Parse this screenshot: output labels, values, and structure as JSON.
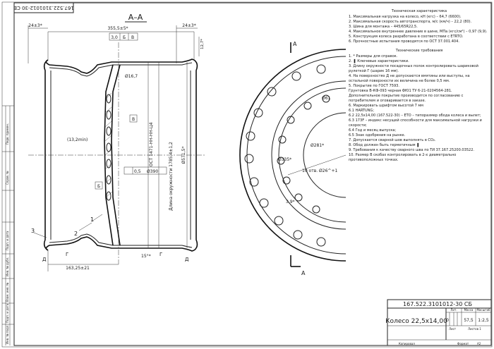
{
  "drawing": {
    "stamp_top_left": "167.522.3101012-30 СБ",
    "section_label": "А–А",
    "view_arrow_label": "А",
    "dims": {
      "left_offset": "24±3*",
      "right_offset": "24±3*",
      "top_width": "355,5±5*",
      "face_a": "3,0",
      "face_b": "Б",
      "face_c": "В",
      "top_right_offset": "12,7*",
      "d_bolt_hole": "Ø16,7",
      "thickness": "(13,2min)",
      "runout": "0,5",
      "runout_base": "Ø390",
      "tolerance_ref": "ОСТ 1471-НН-НН-Ц4",
      "circumference": "Длина окружности 1785,4±1,2",
      "rim_diameter": "Ø571,5*",
      "bottom_width": "163,25±21",
      "bottom_angle": "15°*",
      "callout_1": "1",
      "callout_2": "2",
      "callout_3": "3",
      "label_b": "Б",
      "label_v": "В",
      "label_g_left": "Г",
      "label_g_right": "Г",
      "label_d_left": "Д",
      "label_d_right": "Д",
      "label_a_bottom": "А",
      "label_a_top": "А"
    },
    "front_view": {
      "holes_label": "10 отв. Ø26^+1",
      "bolt_circle": "Ø335*",
      "pcd_label": "Ø281*",
      "center_label": "Ø61",
      "centre_hole": "Ø61",
      "chamfer": "3,9*"
    }
  },
  "tech_specs": {
    "heading": "Техническая характеристика",
    "items": [
      "1. Максимальная нагрузка на колесо, кН (кгс) – 64,7 (6600).",
      "2. Максимальная скорость автотранспорта, м/с (км/ч) – 22,2 (80).",
      "3. Шина для монтажа – 445/65R22,5.",
      "4. Максимальное внутреннее давление в шине, МПа (кгс/см²) – 0,97 (9,9).",
      "5. Конструкция колеса разработана в соответствии с ETRTO.",
      "6. Прочностные испытания проводятся по ОСТ 37.001.404."
    ]
  },
  "tech_requirements": {
    "heading": "Технические требования",
    "items": [
      "1. * Размеры для справок.",
      "2. ❚ Ключевые характеристики.",
      "3. Длину окружности посадочных полок контролировать шариковой рулеткой Г (шарик 16 мм).",
      "4. На поверхностях Д не допускаются вмятины или выступы, на остальной поверхности их величина не более 0,5 мм.",
      "5. Покрытие по ГОСТ 7593.",
      "Грунтовка В-КФ-093 черная ФЮ1 ТУ 6-21-0204564-281.",
      "Дополнительное покрытие производится по согласованию с потребителем и оговаривается в заказе.",
      "6. Маркировать шрифтом высотой 7 мм",
      "6.1 HARTUNG;",
      "6.2 22,5х14,00 (167.522-30) – ЕТО – типоразмер обода колеса и вылет;",
      "6.3 173F – индекс несущей способности для максимальной нагрузки и скорости;",
      "6.4 Год и месяц выпуска;",
      "6.5 Знак одобрения на рынке.",
      "7. Допускается сварной шов выполнять в CO₂.",
      "8. Обод должен быть герметичным ❚",
      "9. Требования к качеству сварного шва по ТИ 37.167.25200.03522.",
      "10. Размер В скобах контролировать в 2-х диаметрально противоположных точках."
    ]
  },
  "title_block": {
    "doc_number": "167.522.3101012-30 СБ",
    "name": "Колесо 22,5х14,00",
    "col_lit": "Лит.",
    "col_mass": "Масса",
    "col_scale": "Масштаб",
    "mass": "57,5",
    "scale": "1:2,5",
    "lit_value": "0",
    "sheet_label": "Лист",
    "sheets_label": "Листов 1",
    "footer_copied": "Копировал",
    "footer_format": "Формат",
    "footer_format_value": "А2"
  },
  "left_strip": {
    "labels": [
      "Перв. примен.",
      "Справ. №",
      "Подп. и дата",
      "Инв. № дубл.",
      "Взам. инв. №",
      "Подп. и дата",
      "Инв. № подл."
    ]
  }
}
